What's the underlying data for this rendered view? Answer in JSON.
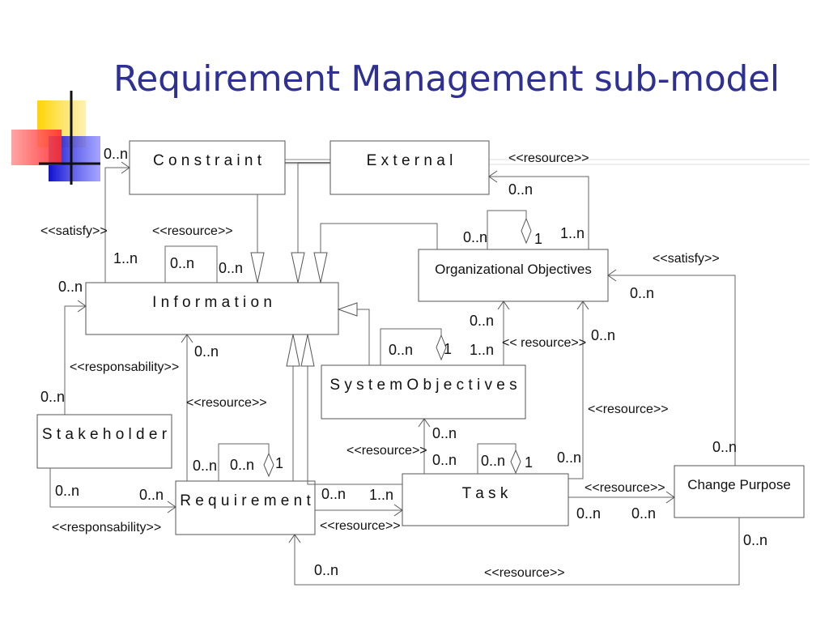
{
  "page": {
    "title": "Requirement Management sub-model"
  },
  "diagram": {
    "classes": {
      "constraint": "C o n s t r a i n t",
      "external": "E x t e r n a l",
      "organizational_objectives": "Organizational Objectives",
      "information": "I n f o r m a t i o n",
      "system_objectives": "S y s t e m O b j e c t i v e s",
      "stakeholder": "S t a k e h o l d e r",
      "requirement": "R e q u i r e m e n t",
      "task": "T a s k",
      "change_purpose": "Change Purpose"
    },
    "stereotypes": {
      "resource_external": "<<resource>>",
      "satisfy_info_constraint": "<<satisfy>>",
      "resource_info_constraint": "<<resource>>",
      "satisfy_change_orgobj": "<<satisfy>>",
      "responsability_stakeholder_info": "<<responsability>>",
      "resource_sysobj_orgobj": "<< resource>>",
      "resource_requirement_info": "<<resource>>",
      "resource_task_orgobj": "<<resource>>",
      "resource_task_sysobj": "<<resource>>",
      "resource_task_change": "<<resource>>",
      "responsability_stakeholder_req": "<<responsability>>",
      "resource_req_task": "<<resource>>",
      "resource_change_req": "<<resource>>"
    },
    "multiplicities": {
      "m1": "0..n",
      "m2": "0..n",
      "m3": "0..n",
      "m4": "1",
      "m5": "1..n",
      "m6": "1..n",
      "m7": "0..n",
      "m8": "0..n",
      "m9": "0..n",
      "m10": "0..n",
      "m11": "0..n",
      "m12": "0..n",
      "m13": "0..n",
      "m14": "1",
      "m15": "1..n",
      "m16": "0..n",
      "m17": "0..n",
      "m18": "0..n",
      "m19": "0..n",
      "m20": "0..n",
      "m21": "1",
      "m22": "0..n",
      "m23": "0..n",
      "m24": "0..n",
      "m25": "0..n",
      "m26": "0..n",
      "m27": "1",
      "m28": "0..n",
      "m29": "0..n",
      "m30": "1..n",
      "m31": "0..n",
      "m32": "0..n",
      "m33": "0..n",
      "m34": "0..n"
    },
    "colors": {
      "title": "#2f3192",
      "logo_yellow": "#ffd400",
      "logo_blue": "#2323d6",
      "logo_red": "#ff4d4d"
    }
  }
}
